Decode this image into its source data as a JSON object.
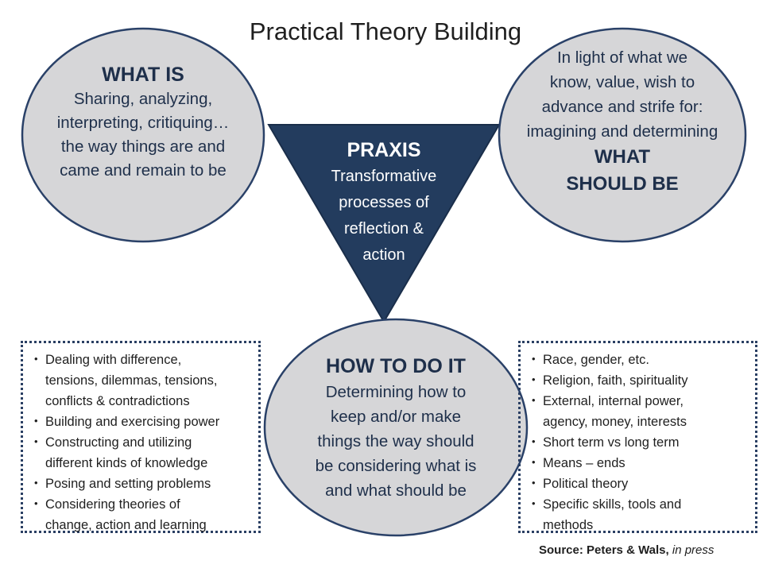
{
  "title": "Practical Theory Building",
  "what_is": {
    "heading": "WHAT IS",
    "lines": [
      "Sharing, analyzing,",
      "interpreting, critiquing…",
      "the way things are and",
      "came and remain to be"
    ]
  },
  "what_should_be": {
    "lines": [
      "In light of what we",
      "know, value, wish to",
      "advance and strife for:",
      "imagining and determining"
    ],
    "heading_lines": [
      "WHAT",
      "SHOULD BE"
    ]
  },
  "praxis": {
    "heading": "PRAXIS",
    "lines": [
      "Transformative",
      "processes of",
      "reflection &",
      "action"
    ]
  },
  "how_to_do_it": {
    "heading": "HOW TO DO IT",
    "lines": [
      "Determining how to",
      "keep and/or make",
      "things the way should",
      "be considering what is",
      "and what should be"
    ]
  },
  "left_box": {
    "lines": [
      "Dealing with difference,",
      "tensions, dilemmas, tensions,",
      "conflicts & contradictions",
      "Building and exercising power",
      "Constructing and utilizing",
      "different kinds of knowledge",
      "Posing and setting problems",
      "Considering theories of",
      "change, action and learning"
    ],
    "bullet_starts": [
      0,
      3,
      4,
      6,
      7
    ]
  },
  "right_box": {
    "lines": [
      "Race, gender, etc.",
      "Religion, faith, spirituality",
      "External, internal power,",
      "agency, money, interests",
      "Short term vs long term",
      "Means – ends",
      "Political theory",
      "Specific skills, tools and",
      "methods"
    ],
    "bullet_starts": [
      0,
      1,
      2,
      4,
      5,
      6,
      7
    ]
  },
  "source": {
    "label": "Source:",
    "authors": "Peters & Wals,",
    "status": "in press"
  },
  "colors": {
    "triangle_fill": "#233c5e",
    "ellipse_fill": "#d6d6d8",
    "ellipse_stroke": "#2a4168",
    "text_dark": "#1e2f4a",
    "box_border": "#2a3f63"
  }
}
